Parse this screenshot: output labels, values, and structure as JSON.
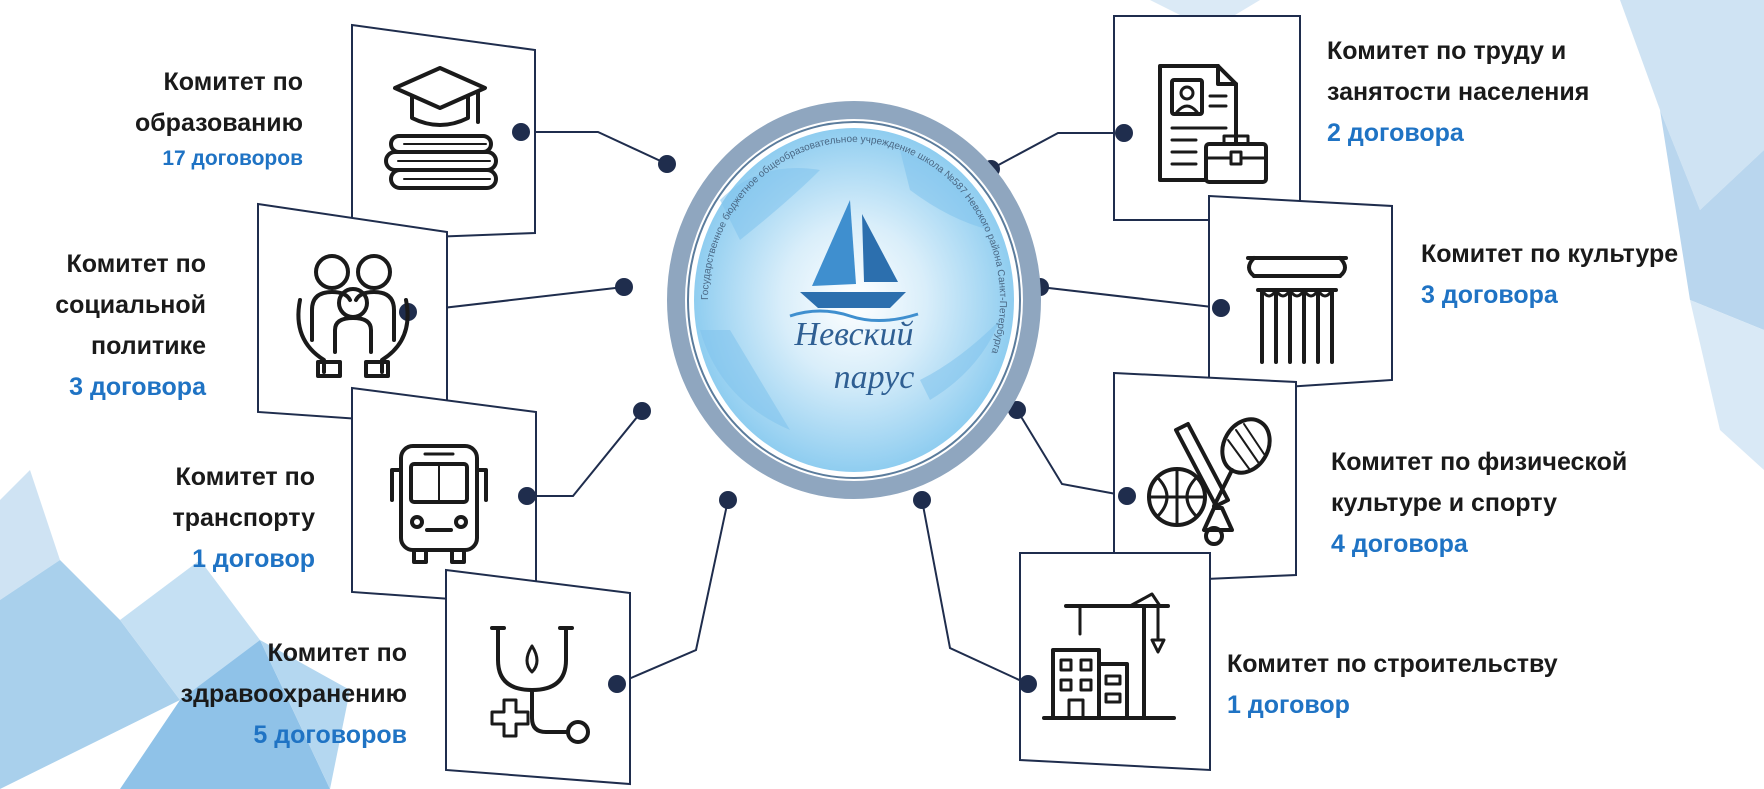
{
  "logo": {
    "line1": "Невский",
    "line2": "парус",
    "ring_text": "Государственное бюджетное общеобразовательное учреждение школа №587 Невского района Санкт-Петербурга"
  },
  "colors": {
    "accent": "#1f73c4",
    "text": "#1a1a1a",
    "connector": "#1f2d4d",
    "ring": "#8fa6bf",
    "watercolor": "#7fc3ec"
  },
  "committees": [
    {
      "id": "education",
      "lines": [
        "Комитет по",
        "образованию"
      ],
      "count": "17 договоров",
      "icon": "graduation-cap-books-icon"
    },
    {
      "id": "social",
      "lines": [
        "Комитет по",
        "социальной",
        "политике"
      ],
      "count": "3 договора",
      "icon": "family-hands-icon"
    },
    {
      "id": "transport",
      "lines": [
        "Комитет по",
        "транспорту"
      ],
      "count": "1 договор",
      "icon": "bus-icon"
    },
    {
      "id": "health",
      "lines": [
        "Комитет по",
        "здравоохранению"
      ],
      "count": "5 договоров",
      "icon": "stethoscope-icon"
    },
    {
      "id": "labor",
      "lines": [
        "Комитет по труду и",
        "занятости населения"
      ],
      "count": "2 договора",
      "icon": "resume-briefcase-icon"
    },
    {
      "id": "culture",
      "lines": [
        "Комитет по культуре"
      ],
      "count": "3 договора",
      "icon": "column-icon"
    },
    {
      "id": "sport",
      "lines": [
        "Комитет по физической",
        "культуре и спорту"
      ],
      "count": "4 договора",
      "icon": "sports-equipment-icon"
    },
    {
      "id": "construction",
      "lines": [
        "Комитет по строительству"
      ],
      "count": "1 договор",
      "icon": "building-crane-icon"
    }
  ]
}
